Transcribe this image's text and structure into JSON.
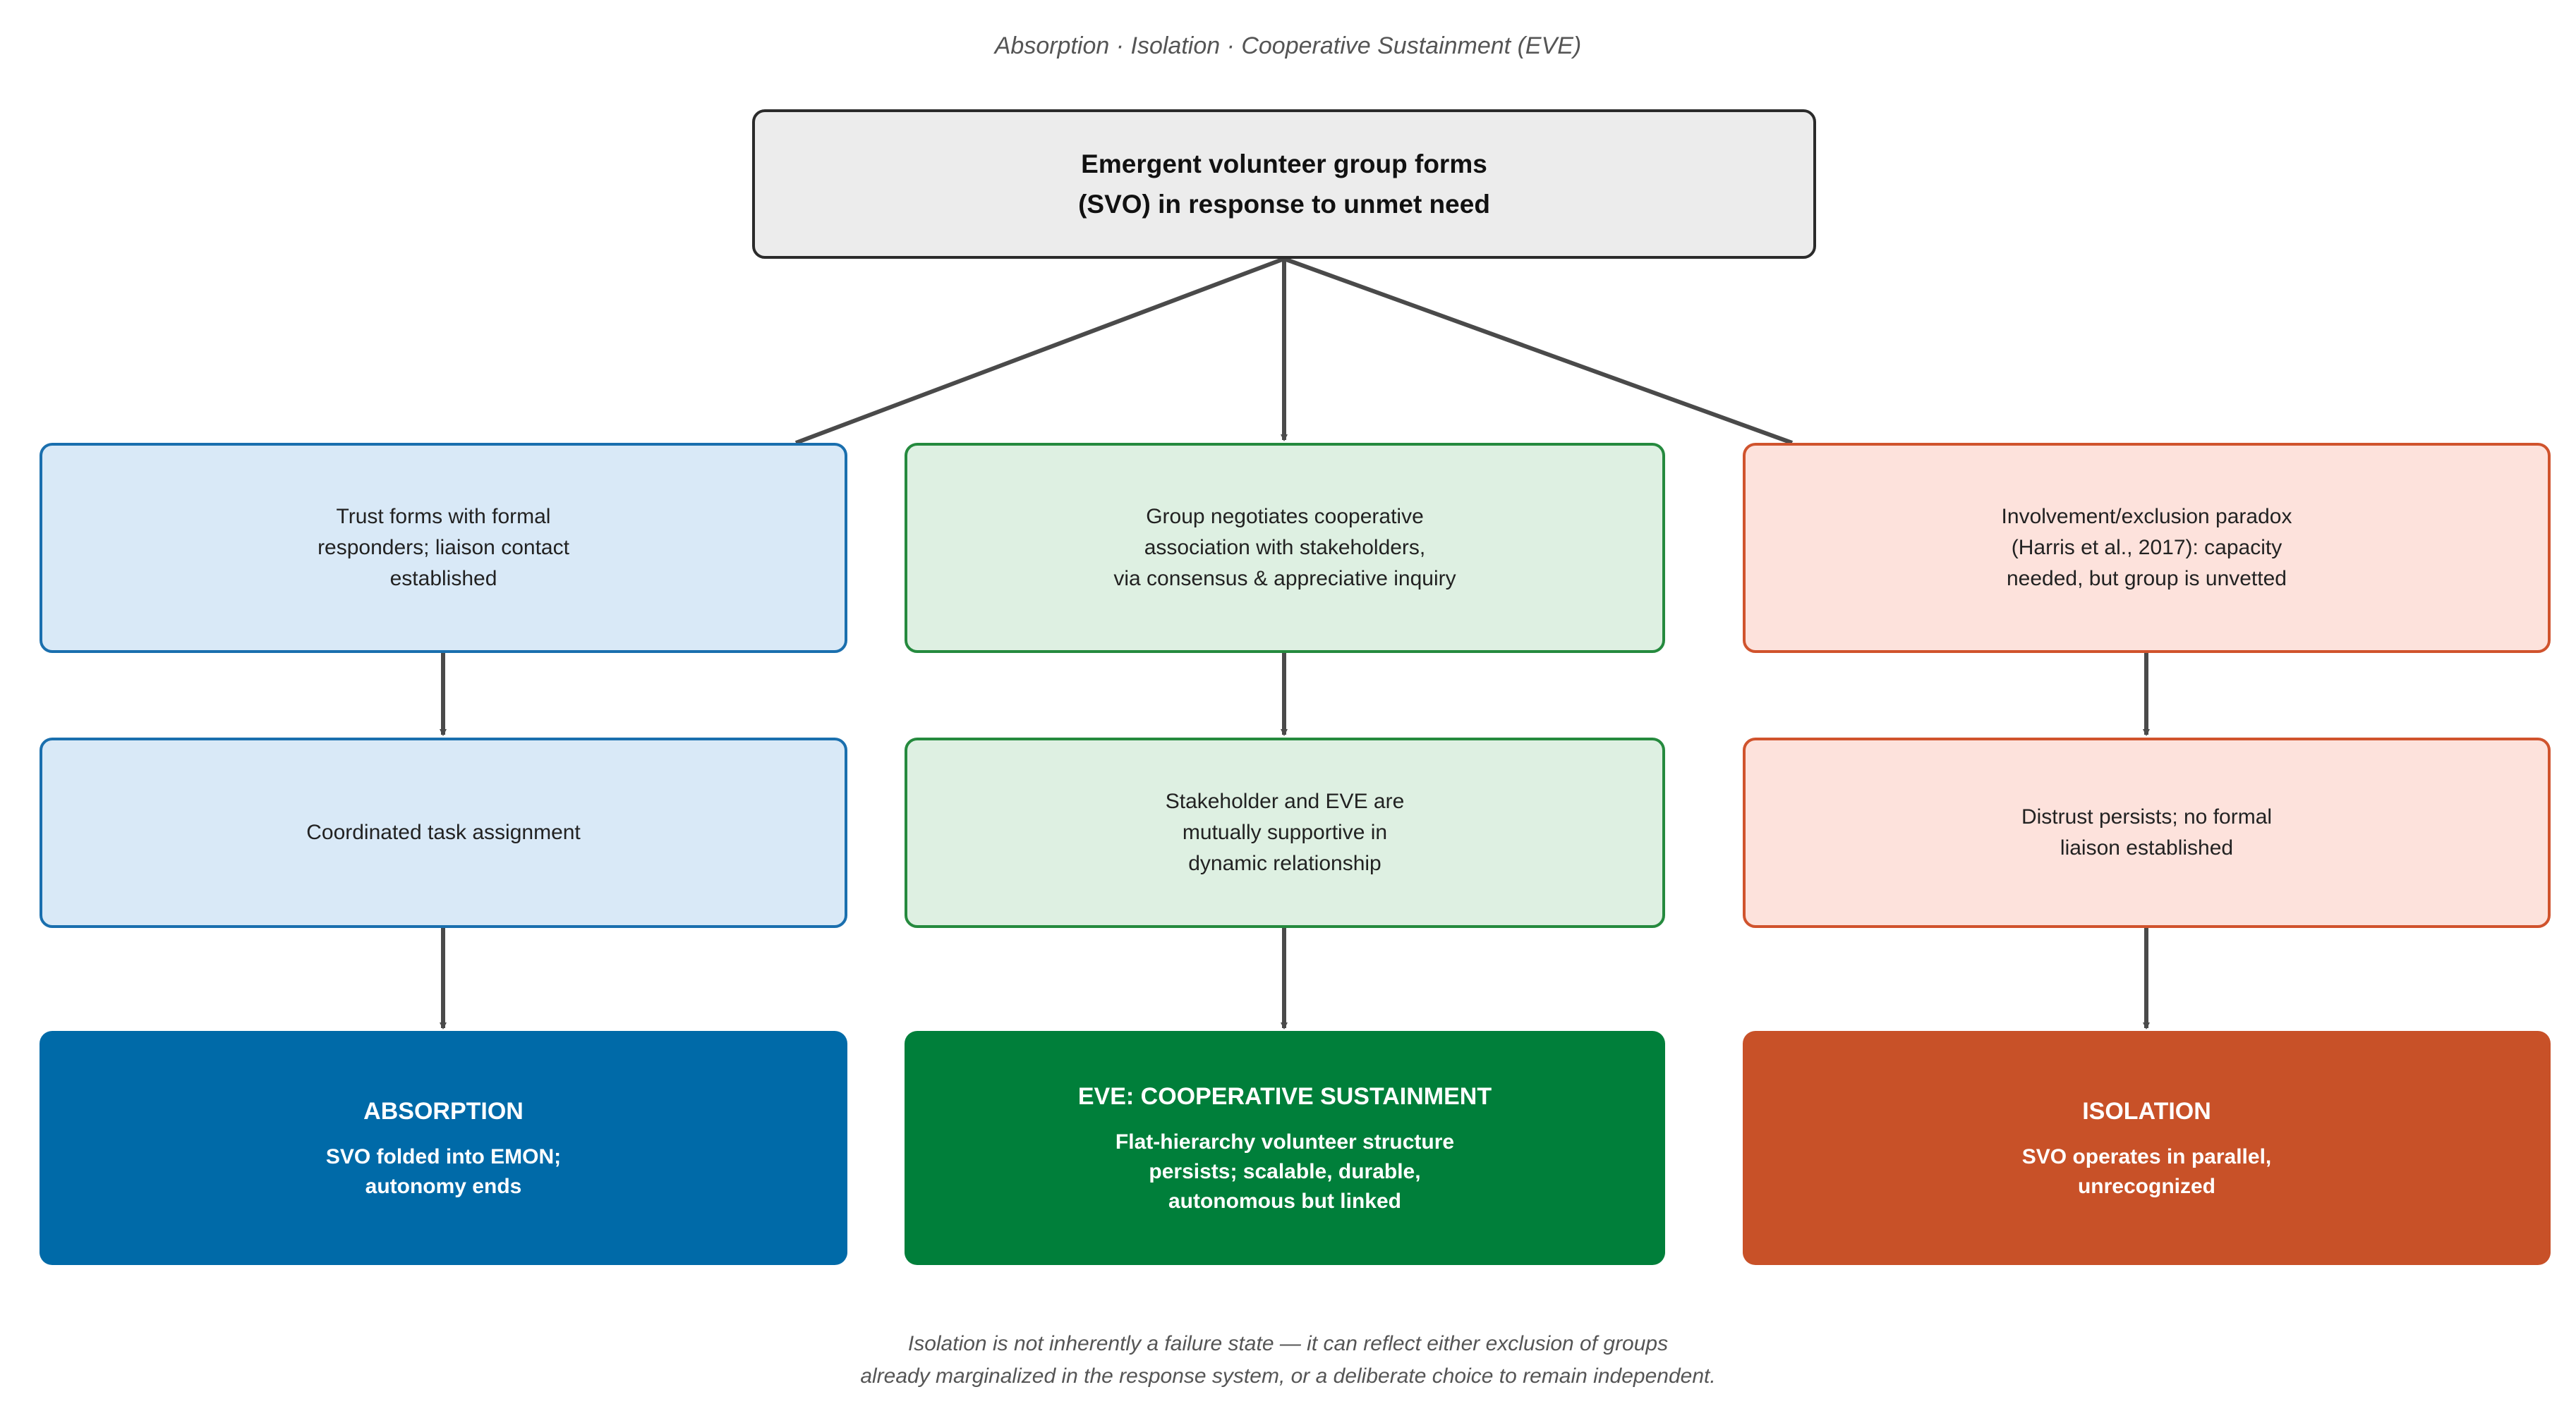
{
  "header": {
    "title": "Absorption · Isolation · Cooperative Sustainment (EVE)"
  },
  "root": {
    "text": "Emergent volunteer group forms\n(SVO) in response to unmet need"
  },
  "branches": [
    {
      "color": "#1a6fae",
      "step1": "Trust forms with formal\nresponders; liaison contact\nestablished",
      "step2": "Coordinated task assignment",
      "outcome_title": "ABSORPTION",
      "outcome_text": "SVO folded into EMON;\nautonomy ends"
    },
    {
      "color": "#258a3e",
      "step1": "Group negotiates cooperative\nassociation with stakeholders,\nvia consensus & appreciative inquiry",
      "step2": "Stakeholder and EVE are\nmutually supportive in\ndynamic relationship",
      "outcome_title": "EVE: COOPERATIVE SUSTAINMENT",
      "outcome_text": "Flat-hierarchy volunteer structure\npersists; scalable, durable,\nautonomous but linked"
    },
    {
      "color": "#d0532d",
      "step1": "Involvement/exclusion paradox\n(Harris et al., 2017): capacity\nneeded, but group is unvetted",
      "step2": "Distrust persists; no formal\nliaison established",
      "outcome_title": "ISOLATION",
      "outcome_text": "SVO operates in parallel,\nunrecognized"
    }
  ],
  "footer": {
    "line1": "Isolation is not inherently a failure state — it can reflect either exclusion of groups",
    "line2": "already marginalized in the response system, or a deliberate choice to remain independent."
  }
}
